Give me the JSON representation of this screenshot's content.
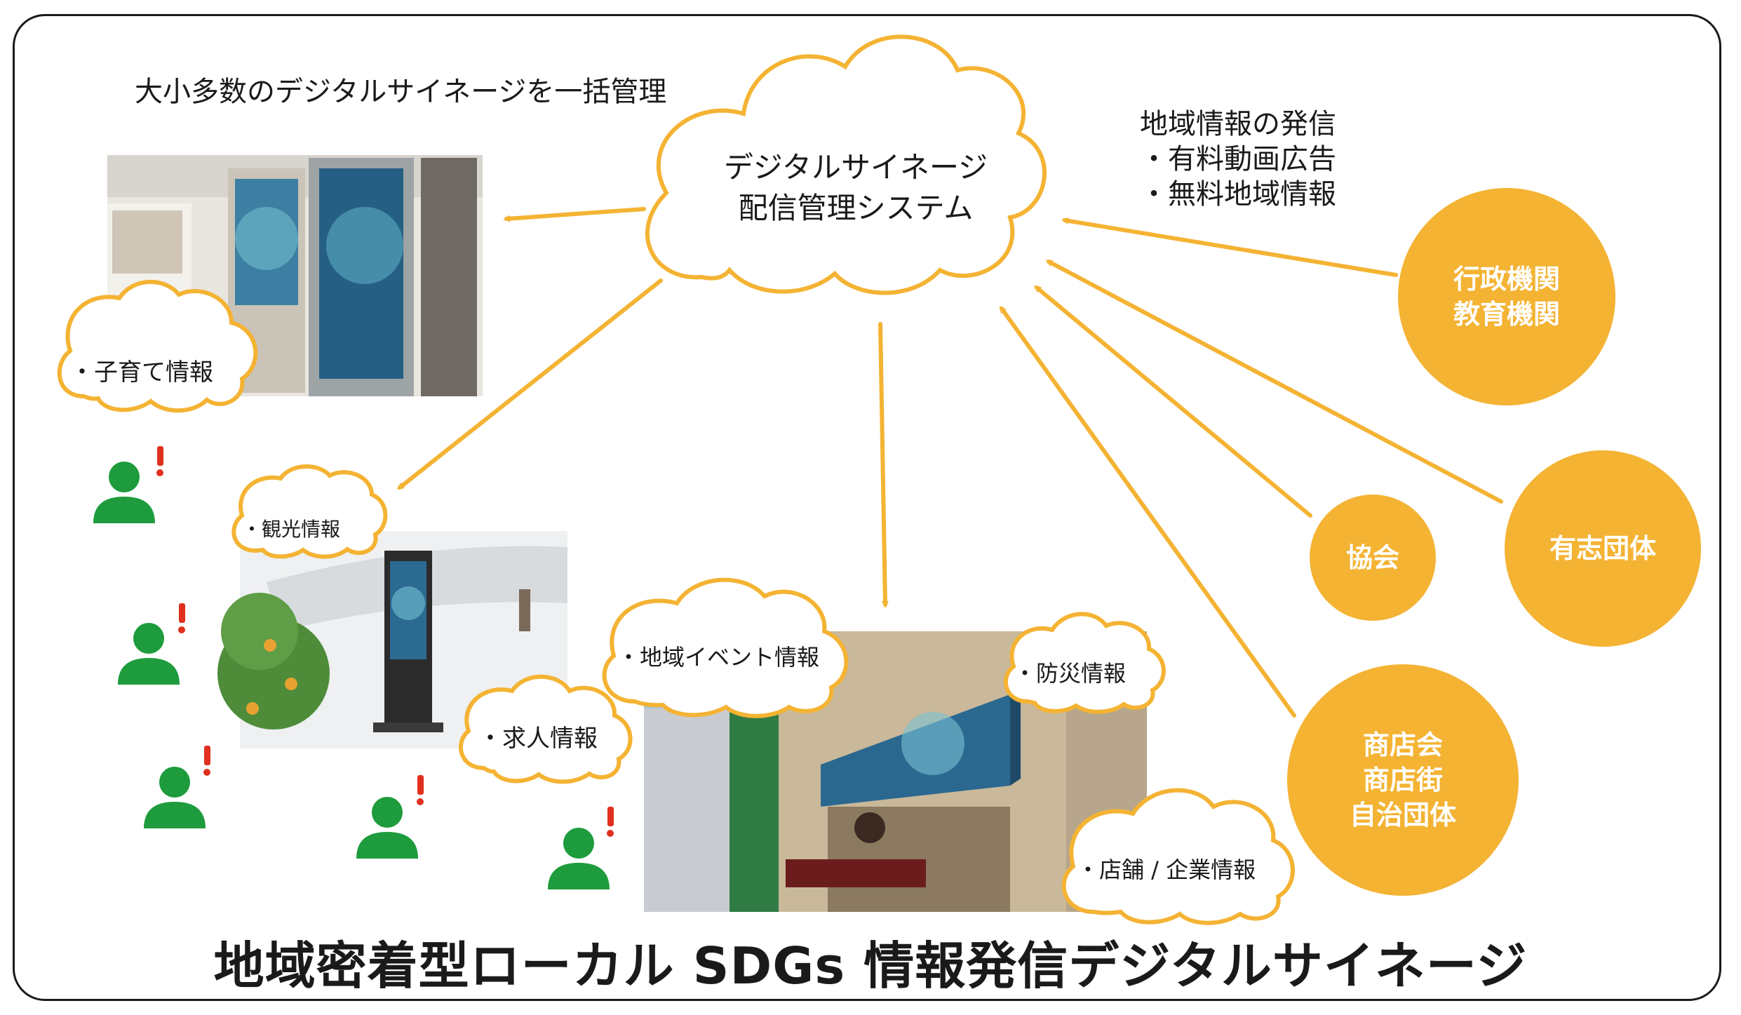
{
  "header_label": "大小多数のデジタルサイネージを一括管理",
  "central_cloud": {
    "line1": "デジタルサイネージ",
    "line2": "配信管理システム"
  },
  "info_block": {
    "heading": "地域情報の発信",
    "item1": "・有料動画広告",
    "item2": "・無料地域情報"
  },
  "bubbles": {
    "childcare": "・子育て情報",
    "tourism": "・観光情報",
    "jobs": "・求人情報",
    "event": "・地域イベント情報",
    "disaster": "・防災情報",
    "store": "・店舗 / 企業情報"
  },
  "circles": {
    "government": "行政機関\n教育機関",
    "volunteer": "有志団体",
    "association": "協会",
    "commerce": "商店会\n商店街\n自治団体"
  },
  "title": "地域密着型ローカル SDGs 情報発信デジタルサイネージ",
  "colors": {
    "accent_orange": "#F4B333",
    "person_green": "#1E9B3C",
    "alert_red": "#E0301E",
    "frame_black": "#1a1a1a"
  }
}
